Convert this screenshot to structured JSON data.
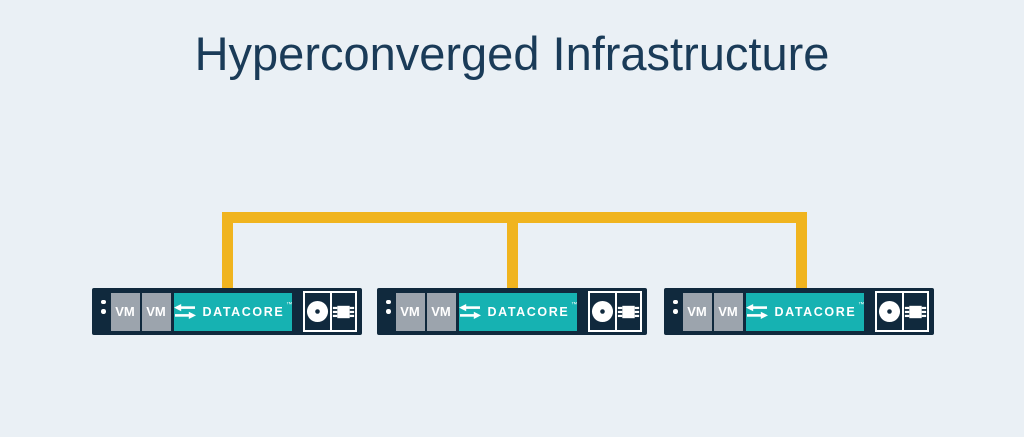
{
  "title": "Hyperconverged Infrastructure",
  "colors": {
    "background": "#eaf0f5",
    "title_text": "#1a3b58",
    "node_background": "#10293d",
    "vm_box": "#9ca4ad",
    "datacore_teal": "#16b2b2",
    "connector_gold": "#f0b41e",
    "icon_white": "#ffffff"
  },
  "nodes": [
    {
      "name": "node-1",
      "status_dots": 2,
      "vm_labels": [
        "VM",
        "VM"
      ],
      "software": "DATACORE",
      "trademark": "™",
      "drive_icons": [
        "disk-icon",
        "chip-icon"
      ]
    },
    {
      "name": "node-2",
      "status_dots": 2,
      "vm_labels": [
        "VM",
        "VM"
      ],
      "software": "DATACORE",
      "trademark": "™",
      "drive_icons": [
        "disk-icon",
        "chip-icon"
      ]
    },
    {
      "name": "node-3",
      "status_dots": 2,
      "vm_labels": [
        "VM",
        "VM"
      ],
      "software": "DATACORE",
      "trademark": "™",
      "drive_icons": [
        "disk-icon",
        "chip-icon"
      ]
    }
  ]
}
